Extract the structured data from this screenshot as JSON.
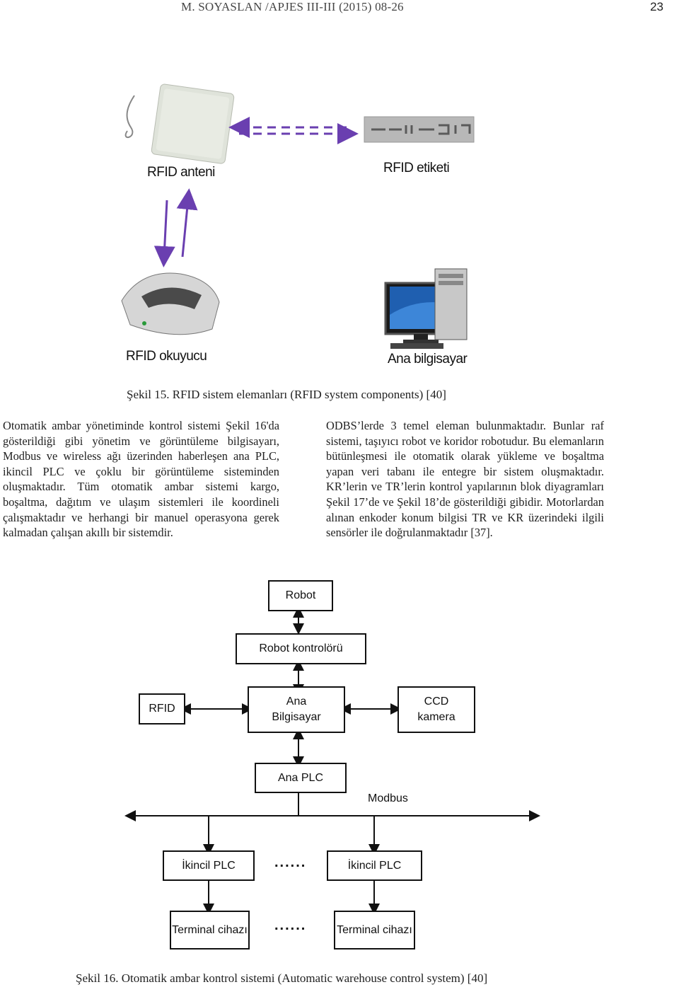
{
  "header": {
    "running_title": "M. SOYASLAN /APJES III-III (2015) 08-26",
    "page_number": "23"
  },
  "figure15": {
    "labels": {
      "antenna": "RFID anteni",
      "tag": "RFID etiketi",
      "reader": "RFID okuyucu",
      "computer": "Ana bilgisayar"
    },
    "caption": "Şekil 15. RFID sistem elemanları (RFID system components) [40]"
  },
  "body": {
    "left_paragraph": "Otomatik ambar yönetiminde kontrol sistemi Şekil 16'da gösterildiği gibi yönetim ve görüntüleme bilgisayarı, Modbus ve wireless ağı üzerinden haberleşen ana PLC, ikincil PLC ve çoklu bir görüntüleme sisteminden oluşmaktadır. Tüm otomatik ambar sistemi kargo, boşaltma, dağıtım ve ulaşım sistemleri ile koordineli çalışmaktadır ve herhangi bir manuel operasyona gerek kalmadan çalışan akıllı bir sistemdir.",
    "right_paragraph": "ODBS’lerde 3 temel eleman bulunmaktadır. Bunlar raf sistemi, taşıyıcı robot ve koridor robotudur. Bu elemanların bütünleşmesi ile otomatik olarak yükleme ve boşaltma yapan veri tabanı ile entegre bir sistem oluşmaktadır. KR’lerin ve TR’lerin kontrol yapılarının blok diyagramları Şekil 17’de ve Şekil 18’de gösterildiği gibidir. Motorlardan alınan enkoder konum bilgisi TR ve KR üzerindeki ilgili sensörler ile doğrulanmaktadır [37]."
  },
  "figure16": {
    "boxes": {
      "robot": "Robot",
      "robot_controller": "Robot kontrolörü",
      "rfid": "RFID",
      "main_computer": "Ana Bilgisayar",
      "ccd_camera": "CCD kamera",
      "main_plc": "Ana PLC",
      "secondary_plc_1": "İkincil PLC",
      "secondary_plc_2": "İkincil PLC",
      "terminal_1": "Terminal cihazı",
      "terminal_2": "Terminal cihazı"
    },
    "bus_label": "Modbus",
    "dots_1": "......",
    "dots_2": "......",
    "caption": "Şekil 16. Otomatik ambar kontrol sistemi (Automatic warehouse control system) [40]"
  },
  "colors": {
    "arrow_purple": "#6a3fb0",
    "diagram_line": "#111111"
  }
}
